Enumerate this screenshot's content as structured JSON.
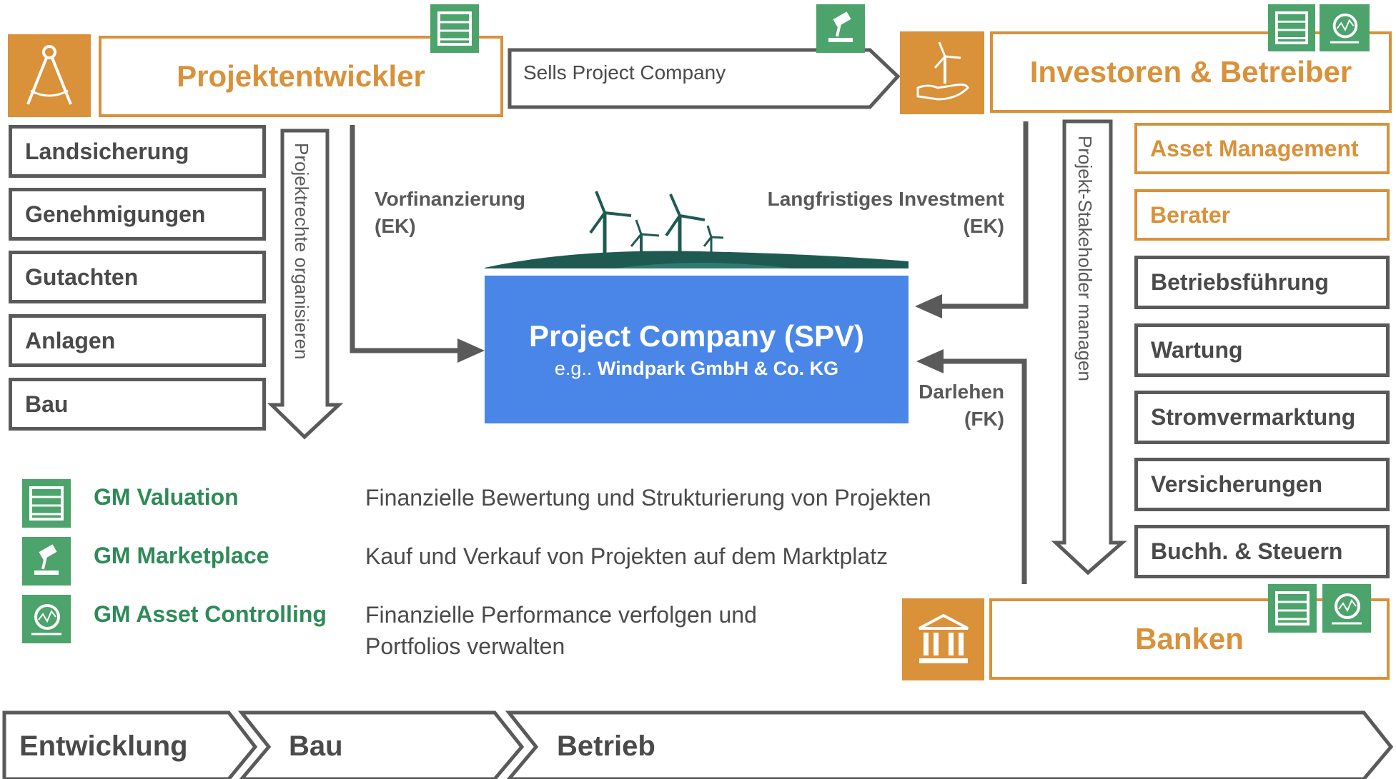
{
  "developer": {
    "title": "Projektentwickler"
  },
  "investors": {
    "title": "Investoren & Betreiber"
  },
  "banks": {
    "title": "Banken"
  },
  "sells_label": "Sells Project Company",
  "left_list": [
    "Landsicherung",
    "Genehmigungen",
    "Gutachten",
    "Anlagen",
    "Bau"
  ],
  "right_list_orange": [
    "Asset Management",
    "Berater"
  ],
  "right_list_gray": [
    "Betriebsführung",
    "Wartung",
    "Stromvermarktung",
    "Versicherungen",
    "Buchh. & Steuern"
  ],
  "vertical_left": "Projektrechte organisieren",
  "vertical_right": "Projekt-Stakeholder managen",
  "vorfinanzierung": {
    "line1": "Vorfinanzierung",
    "line2": "(EK)"
  },
  "langfristig": {
    "line1": "Langfristiges Investment",
    "line2": "(EK)"
  },
  "darlehen": {
    "line1": "Darlehen",
    "line2": "(FK)"
  },
  "spv": {
    "title": "Project Company (SPV)",
    "sub_prefix": "e.g.. ",
    "sub_bold": "Windpark GmbH & Co. KG"
  },
  "legend": [
    {
      "name": "GM Valuation",
      "desc_lines": [
        "Finanzielle Bewertung und Strukturierung von Projekten"
      ],
      "icon": "abacus-icon"
    },
    {
      "name": "GM Marketplace",
      "desc_lines": [
        "Kauf und Verkauf von Projekten auf dem Marktplatz"
      ],
      "icon": "gavel-icon"
    },
    {
      "name": "GM Asset Controlling",
      "desc_lines": [
        "Finanzielle Performance verfolgen und",
        "Portfolios verwalten"
      ],
      "icon": "chart-magnifier-icon"
    }
  ],
  "phases": [
    "Entwicklung",
    "Bau",
    "Betrieb"
  ],
  "colors": {
    "orange": "#d9913a",
    "gray": "#5a5a5a",
    "green": "#4ca36b",
    "blue": "#4a86e8",
    "teal": "#1f5a52"
  }
}
